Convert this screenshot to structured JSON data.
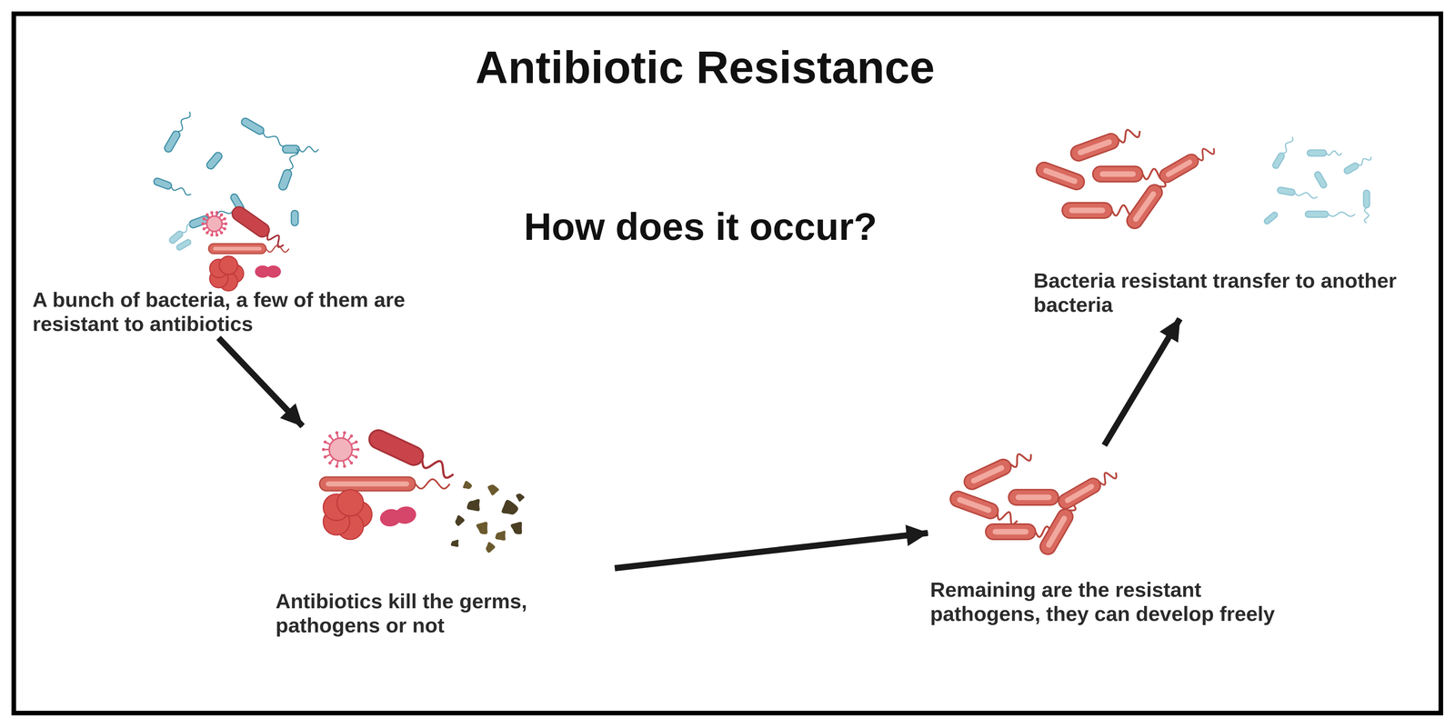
{
  "diagram": {
    "title": "Antibiotic Resistance",
    "nodes": [
      {
        "text": [
          "A bunch of bacteria, a few of them are resistant to antibiotics"
        ]
      },
      {
        "text": [
          "Antibiotics kill the germs, pathogens or not"
        ]
      },
      {
        "text": [
          "Remaining are the resistant pathogens, they can develop freely"
        ]
      },
      {
        "text": [
          "Bacteria resistant transfer to another bacteria"
        ]
      }
    ],
    "edges": [
      {
        "from": 0,
        "to": 1,
        "arrow": "to"
      },
      {
        "from": 1,
        "to": 2,
        "arrow": "to"
      },
      {
        "from": 2,
        "to": 3,
        "arrow": "to"
      }
    ],
    "labels": [
      "How does it occur?"
    ]
  }
}
